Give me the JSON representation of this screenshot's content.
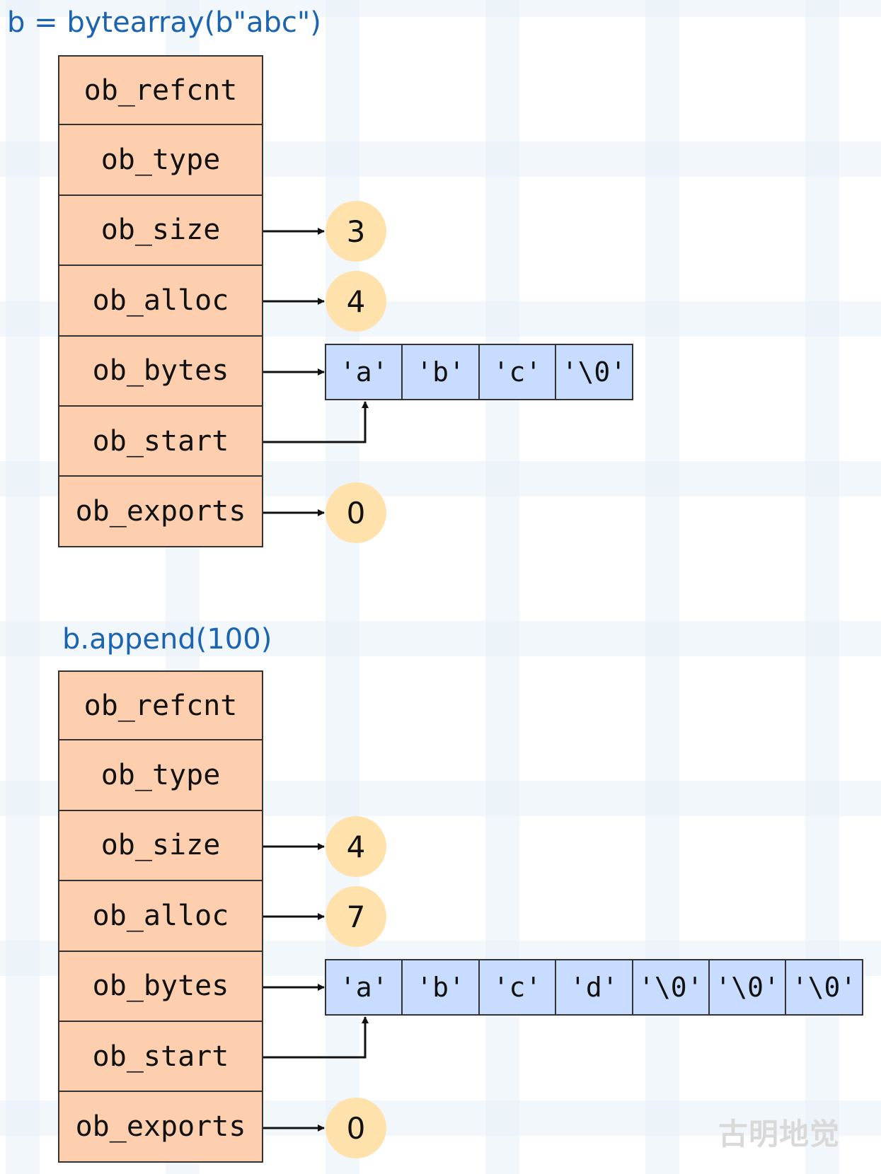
{
  "before": {
    "code": "b = bytearray(b\"abc\")",
    "fields": [
      "ob_refcnt",
      "ob_type",
      "ob_size",
      "ob_alloc",
      "ob_bytes",
      "ob_start",
      "ob_exports"
    ],
    "ob_size": "3",
    "ob_alloc": "4",
    "ob_exports": "0",
    "buffer": [
      "'a'",
      "'b'",
      "'c'",
      "'\\0'"
    ]
  },
  "after": {
    "code": "b.append(100)",
    "fields": [
      "ob_refcnt",
      "ob_type",
      "ob_size",
      "ob_alloc",
      "ob_bytes",
      "ob_start",
      "ob_exports"
    ],
    "ob_size": "4",
    "ob_alloc": "7",
    "ob_exports": "0",
    "buffer": [
      "'a'",
      "'b'",
      "'c'",
      "'d'",
      "'\\0'",
      "'\\0'",
      "'\\0'"
    ]
  },
  "watermark": "古明地觉",
  "colors": {
    "field_fill": "#fdcfae",
    "value_circle_fill": "#ffe1ac",
    "buffer_cell_fill": "#c8dcff",
    "code_text": "#1a64b0",
    "outline": "#333333"
  }
}
